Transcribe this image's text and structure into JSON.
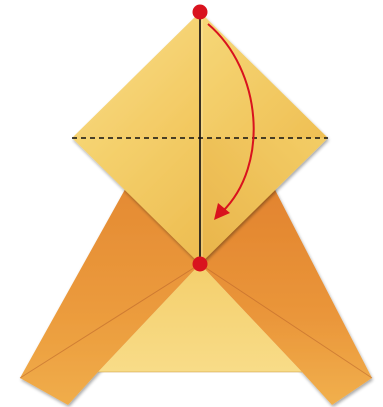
{
  "colors": {
    "background": "#ffffff",
    "paper_light": "#f7d77a",
    "paper_mid": "#f2c85e",
    "paper_shade": "#e8b84c",
    "paper_orange": "#eb9a3c",
    "paper_orange_dark": "#d9782a",
    "crease": "#3a3020",
    "fold_line": "#111111",
    "marker": "#d9121e",
    "arrow": "#d9121e"
  },
  "markers": [
    {
      "name": "top-point-marker"
    },
    {
      "name": "center-point-marker"
    }
  ],
  "instruction": {
    "fold_line": "valley-fold-dashed-line",
    "arrow": "fold-down-arrow-icon"
  }
}
